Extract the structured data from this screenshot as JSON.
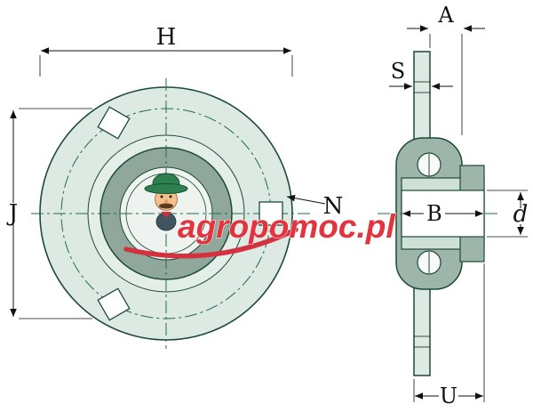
{
  "watermark": {
    "text": "agropomoc.pl",
    "color": "#e2333f",
    "swoosh_color": "#d4303d"
  },
  "front_view": {
    "labels": {
      "h": "H",
      "j": "J",
      "n": "N"
    }
  },
  "side_view": {
    "labels": {
      "a": "A",
      "s": "S",
      "b": "B",
      "d": "d",
      "u": "U"
    }
  },
  "colors": {
    "outline": "#1d4a3a",
    "centerline": "#1f6b4e",
    "fill_light": "#dde9e3",
    "fill_boss": "#e4eee9",
    "fill_mid": "#9db6a9",
    "fill_ring": "#8fa89b",
    "fill_bore": "#ffffff",
    "dimension": "#111111",
    "mascot_hat_green": "#2e8050",
    "mascot_face": "#f3c08c"
  }
}
